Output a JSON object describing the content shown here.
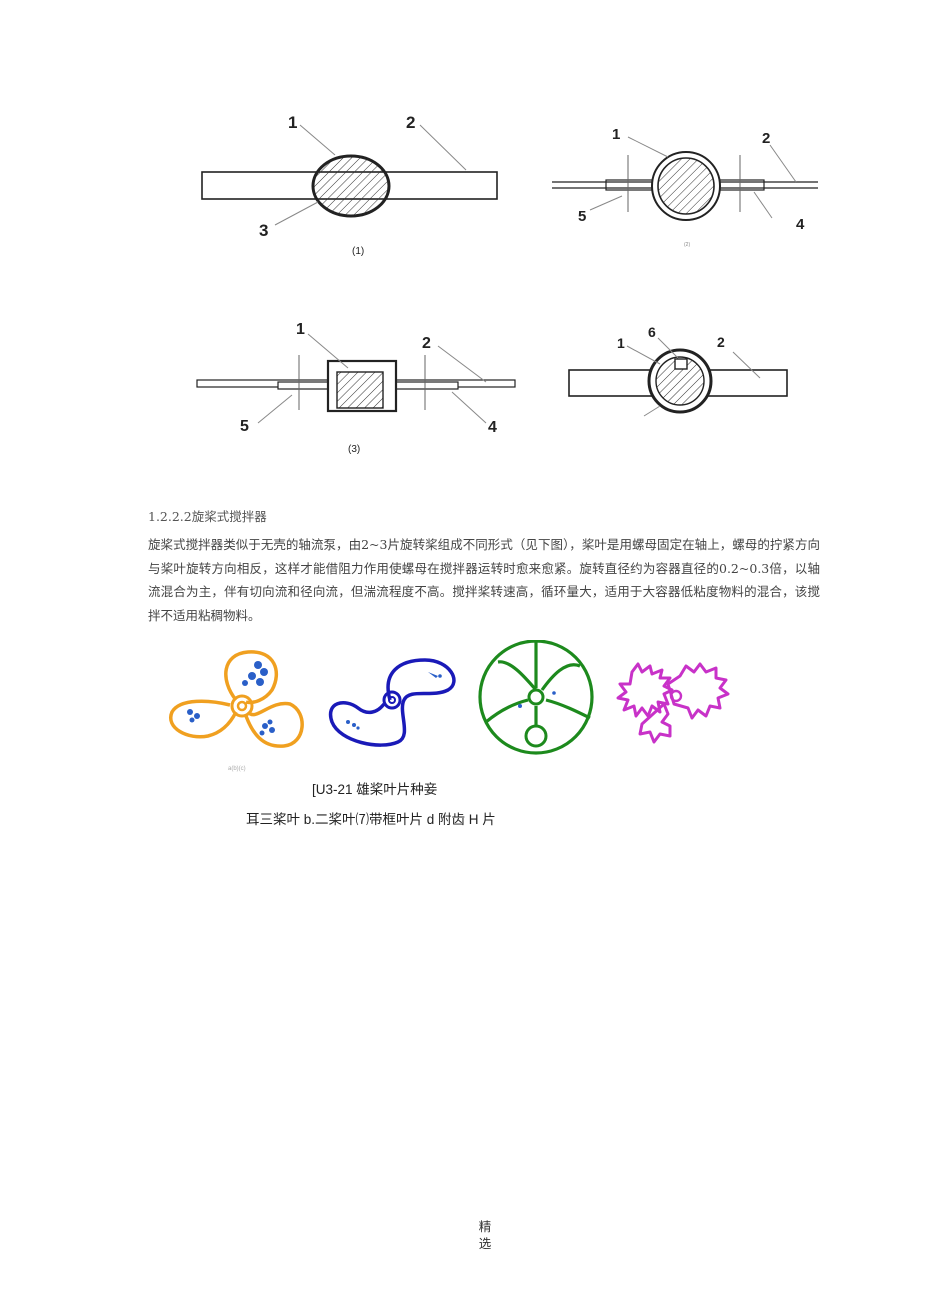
{
  "figure_top": {
    "fig1_callouts": [
      "1",
      "2",
      "3"
    ],
    "fig1_caption": "(1)",
    "fig2_callouts": [
      "1",
      "2",
      "4",
      "5"
    ],
    "fig2_caption": "(2)",
    "fig3_callouts": [
      "1",
      "2",
      "4",
      "5"
    ],
    "fig3_caption": "(3)",
    "fig4_callouts": [
      "1",
      "2",
      "6"
    ]
  },
  "section": {
    "heading": "1.2.2.2旋桨式搅拌器",
    "paragraph": "旋桨式搅拌器类似于无壳的轴流泵，由2~3片旋转桨组成不同形式（见下图），桨叶是用螺母固定在轴上，螺母的拧紧方向与桨叶旋转方向相反，这样才能借阻力作用使螺母在搅拌器运转时愈来愈紧。旋转直径约为容器直径的0.2~0.3倍，以轴流混合为主，伴有切向流和径向流，但湍流程度不高。搅拌桨转速高，循环量大，适用于大容器低粘度物料的混合，该搅拌不适用粘稠物料。"
  },
  "figure_bottom": {
    "tiny_label": "a(b)(c)",
    "caption_line1": "[U3-21 雄桨叶片种妾",
    "caption_line2": "耳三桨叶 b.二桨叶⑺带框叶片 d 附齿 H 片"
  },
  "colors": {
    "orange": "#f0a020",
    "blue": "#1a1ab8",
    "dot_blue": "#2a5fc8",
    "green": "#1d8a1d",
    "magenta": "#c832c8"
  },
  "footer": {
    "line1": "精",
    "line2": "选"
  }
}
